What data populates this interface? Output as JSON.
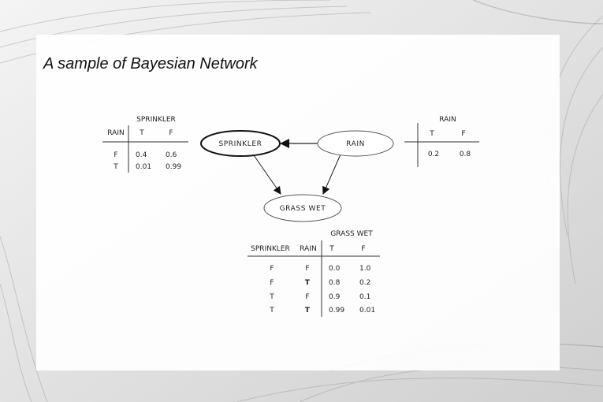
{
  "slide": {
    "title": "A sample of Bayesian Network"
  },
  "nodes": {
    "sprinkler": "SPRINKLER",
    "rain": "RAIN",
    "grass_wet": "GRASS WET"
  },
  "rain_table": {
    "title": "RAIN",
    "columns": [
      "T",
      "F"
    ],
    "row": [
      "0.2",
      "0.8"
    ]
  },
  "sprinkler_table": {
    "title": "SPRINKLER",
    "parent_header": "RAIN",
    "columns": [
      "T",
      "F"
    ],
    "rows": [
      {
        "rain": "F",
        "t": "0.4",
        "f": "0.6"
      },
      {
        "rain": "T",
        "t": "0.01",
        "f": "0.99"
      }
    ]
  },
  "grass_table": {
    "title": "GRASS WET",
    "parent_headers": [
      "SPRINKLER",
      "RAIN"
    ],
    "columns": [
      "T",
      "F"
    ],
    "rows": [
      {
        "sprinkler": "F",
        "rain": "F",
        "t": "0.0",
        "f": "1.0"
      },
      {
        "sprinkler": "F",
        "rain": "T",
        "t": "0.8",
        "f": "0.2"
      },
      {
        "sprinkler": "T",
        "rain": "F",
        "t": "0.9",
        "f": "0.1"
      },
      {
        "sprinkler": "T",
        "rain": "T",
        "t": "0.99",
        "f": "0.01"
      }
    ]
  }
}
